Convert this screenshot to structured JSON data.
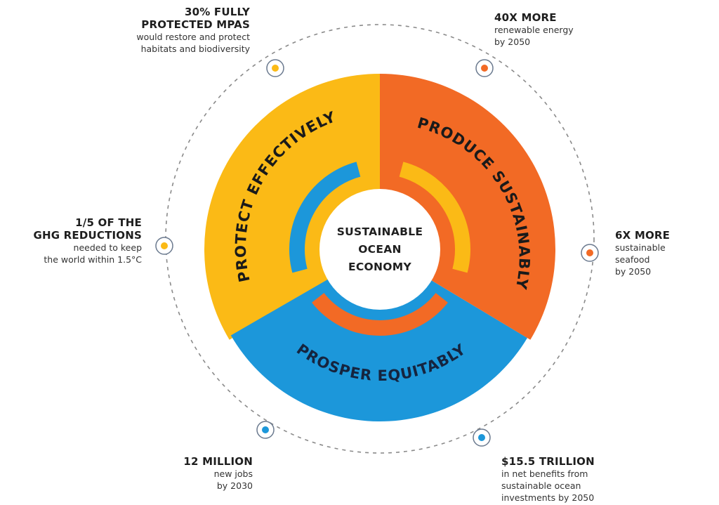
{
  "diagram": {
    "center_label": [
      "SUSTAINABLE",
      "OCEAN",
      "ECONOMY"
    ],
    "segments": [
      {
        "id": "protect",
        "label": "PROTECT EFFECTIVELY",
        "color": "#FBBA16",
        "inner_arc_color": "#1C97DA"
      },
      {
        "id": "produce",
        "label": "PRODUCE SUSTAINABLY",
        "color": "#F26A25",
        "inner_arc_color": "#FBBA16"
      },
      {
        "id": "prosper",
        "label": "PROSPER EQUITABLY",
        "color": "#1C97DA",
        "inner_arc_color": "#F26A25"
      }
    ],
    "colors": {
      "text_dark": "#1a1a1a",
      "dashed_ring": "#888888",
      "marker_ring": "#6b7a8f",
      "background": "#ffffff"
    }
  },
  "stats": [
    {
      "id": "mpas",
      "head": [
        "30% FULLY",
        "PROTECTED MPAS"
      ],
      "sub": [
        "would restore and protect",
        "habitats and biodiversity"
      ],
      "dot_color": "#FBBA16"
    },
    {
      "id": "renewable",
      "head": [
        "40X MORE"
      ],
      "sub": [
        "renewable energy",
        "by 2050"
      ],
      "dot_color": "#F26A25"
    },
    {
      "id": "ghg",
      "head": [
        "1/5 OF THE",
        "GHG REDUCTIONS"
      ],
      "sub": [
        "needed to keep",
        "the world within 1.5°C"
      ],
      "dot_color": "#FBBA16"
    },
    {
      "id": "seafood",
      "head": [
        "6X MORE"
      ],
      "sub": [
        "sustainable",
        "seafood",
        "by 2050"
      ],
      "dot_color": "#F26A25"
    },
    {
      "id": "jobs",
      "head": [
        "12 MILLION"
      ],
      "sub": [
        "new jobs",
        "by 2030"
      ],
      "dot_color": "#1C97DA"
    },
    {
      "id": "benefits",
      "head": [
        "$15.5 TRILLION"
      ],
      "sub": [
        "in net benefits from",
        "sustainable ocean",
        "investments by 2050"
      ],
      "dot_color": "#1C97DA"
    }
  ]
}
